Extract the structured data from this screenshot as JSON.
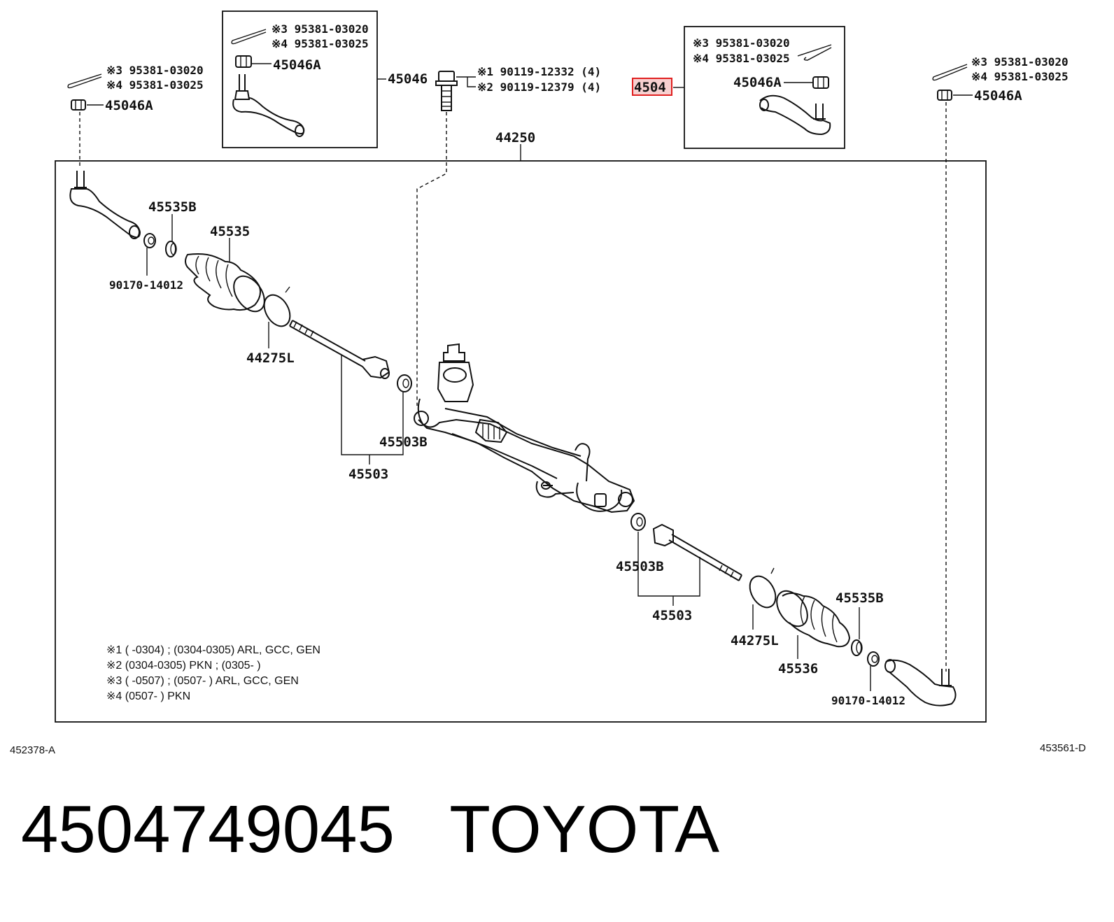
{
  "labels": {
    "p_95381_03020_a": "※3 95381-03020",
    "p_95381_03025_a": "※4 95381-03025",
    "p_45046A_a": "45046A",
    "p_45046": "45046",
    "p_bolt_1": "※1 90119-12332 (4)",
    "p_bolt_2": "※2 90119-12379 (4)",
    "p_45047": "4504",
    "p_95381_03020_b": "※3 95381-03020",
    "p_95381_03025_b": "※4 95381-03025",
    "p_45046A_b": "45046A",
    "p_95381_03020_c": "※3 95381-03020",
    "p_95381_03025_c": "※4 95381-03025",
    "p_45046A_c": "45046A",
    "p_95381_03020_d": "※3 95381-03020",
    "p_95381_03025_d": "※4 95381-03025",
    "p_45046A_d": "45046A",
    "p_44250": "44250",
    "p_45535B_l": "45535B",
    "p_45535": "45535",
    "p_90170_l": "90170-14012",
    "p_44275L_l": "44275L",
    "p_45503B_l": "45503B",
    "p_45503_l": "45503",
    "p_45503B_r": "45503B",
    "p_45503_r": "45503",
    "p_44275L_r": "44275L",
    "p_45536": "45536",
    "p_45535B_r": "45535B",
    "p_90170_r": "90170-14012"
  },
  "notes": [
    "※1 (        -0304) ; (0304-0305) ARL, GCC, GEN",
    "※2 (0304-0305) PKN ; (0305-        )",
    "※3 (        -0507) ; (0507-        ) ARL, GCC, GEN",
    "※4 (0507-        ) PKN"
  ],
  "refs": {
    "left": "452378-A",
    "right": "453561-D"
  },
  "caption": {
    "part_number": "4504749045",
    "brand": "TOYOTA"
  },
  "colors": {
    "highlight": "#e02020",
    "highlight_fill": "#f7d0d0",
    "ink": "#111111"
  }
}
